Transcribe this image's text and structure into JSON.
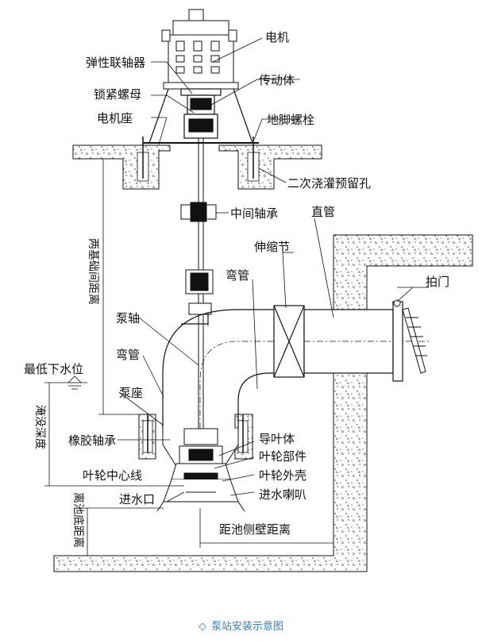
{
  "labels": {
    "motor": "电机",
    "coupling": "弹性联轴器",
    "lock_nut": "锁紧螺母",
    "transmission": "传动体",
    "motor_seat": "电机座",
    "anchor_bolt": "地脚螺栓",
    "grout_hole": "二次浇灌预留孔",
    "mid_bearing": "中间轴承",
    "straight_pipe": "直管",
    "expansion_joint": "伸缩节",
    "elbow_upper": "弯管",
    "flap_valve": "拍门",
    "pump_shaft": "泵轴",
    "elbow_lower": "弯管",
    "min_water_level": "最低下水位",
    "pump_seat": "泵座",
    "rubber_bearing": "橡胶轴承",
    "guide_vane": "导叶体",
    "impeller_parts": "叶轮部件",
    "impeller_centerline": "叶轮中心线",
    "impeller_casing": "叶轮外壳",
    "inlet": "进水口",
    "inlet_bell": "进水喇叭",
    "floor_distance": "离池底距离",
    "wall_distance": "距池侧壁距离",
    "floor_gap": "两基础间距离",
    "submerge_depth": "淹没深度"
  },
  "caption": "泵站安装示意图",
  "colors": {
    "caption": "#2f7fbf",
    "line": "#111111"
  }
}
